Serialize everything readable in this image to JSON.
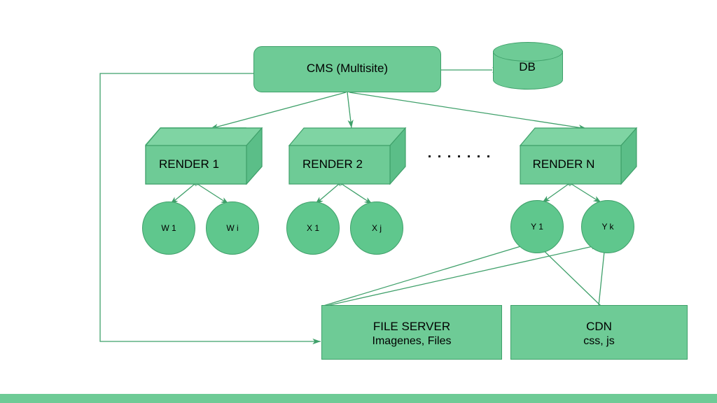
{
  "slide": {
    "background_color": "#ffffff",
    "accent_bar_color": "#6ECB96",
    "shape_fill": "#6ECB96",
    "shape_stroke": "#3FA06A",
    "text_color": "#000000"
  },
  "nodes": {
    "cms": {
      "label": "CMS (Multisite)"
    },
    "db": {
      "label": "DB"
    },
    "render1": {
      "label": "RENDER 1"
    },
    "render2": {
      "label": "RENDER 2"
    },
    "renderN": {
      "label": "RENDER N"
    },
    "w1": {
      "label": "W 1"
    },
    "wi": {
      "label": "W i"
    },
    "x1": {
      "label": "X 1"
    },
    "xj": {
      "label": "X j"
    },
    "y1": {
      "label": "Y 1"
    },
    "yk": {
      "label": "Y k"
    },
    "file_server": {
      "title": "FILE SERVER",
      "subtitle": "Imagenes, Files"
    },
    "cdn": {
      "title": "CDN",
      "subtitle": "css, js"
    }
  },
  "ellipsis": {
    "label": ". . . . . . .",
    "dot_count": 7
  },
  "edges": [
    {
      "from": "db",
      "to": "cms",
      "style": "bidirectional"
    },
    {
      "from": "cms",
      "to": "render1",
      "style": "arrow"
    },
    {
      "from": "cms",
      "to": "render2",
      "style": "arrow"
    },
    {
      "from": "cms",
      "to": "renderN",
      "style": "arrow"
    },
    {
      "from": "render1",
      "to": "w1",
      "style": "bidirectional"
    },
    {
      "from": "render1",
      "to": "wi",
      "style": "bidirectional"
    },
    {
      "from": "render2",
      "to": "x1",
      "style": "bidirectional"
    },
    {
      "from": "render2",
      "to": "xj",
      "style": "bidirectional"
    },
    {
      "from": "renderN",
      "to": "y1",
      "style": "bidirectional"
    },
    {
      "from": "renderN",
      "to": "yk",
      "style": "bidirectional"
    },
    {
      "from": "file_server",
      "to": "y1",
      "style": "arrow"
    },
    {
      "from": "file_server",
      "to": "yk",
      "style": "arrow"
    },
    {
      "from": "cdn",
      "to": "y1",
      "style": "arrow"
    },
    {
      "from": "cdn",
      "to": "yk",
      "style": "arrow"
    },
    {
      "from": "cms",
      "to": "file_server",
      "style": "arrow-elbow-left"
    }
  ]
}
